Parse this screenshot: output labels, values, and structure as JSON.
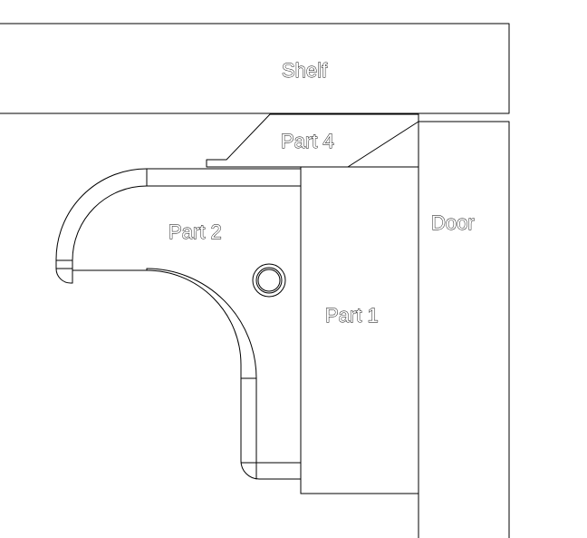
{
  "labels": {
    "shelf": "Shelf",
    "part4": "Part 4",
    "part2": "Part 2",
    "door": "Door",
    "part1": "Part 1"
  }
}
